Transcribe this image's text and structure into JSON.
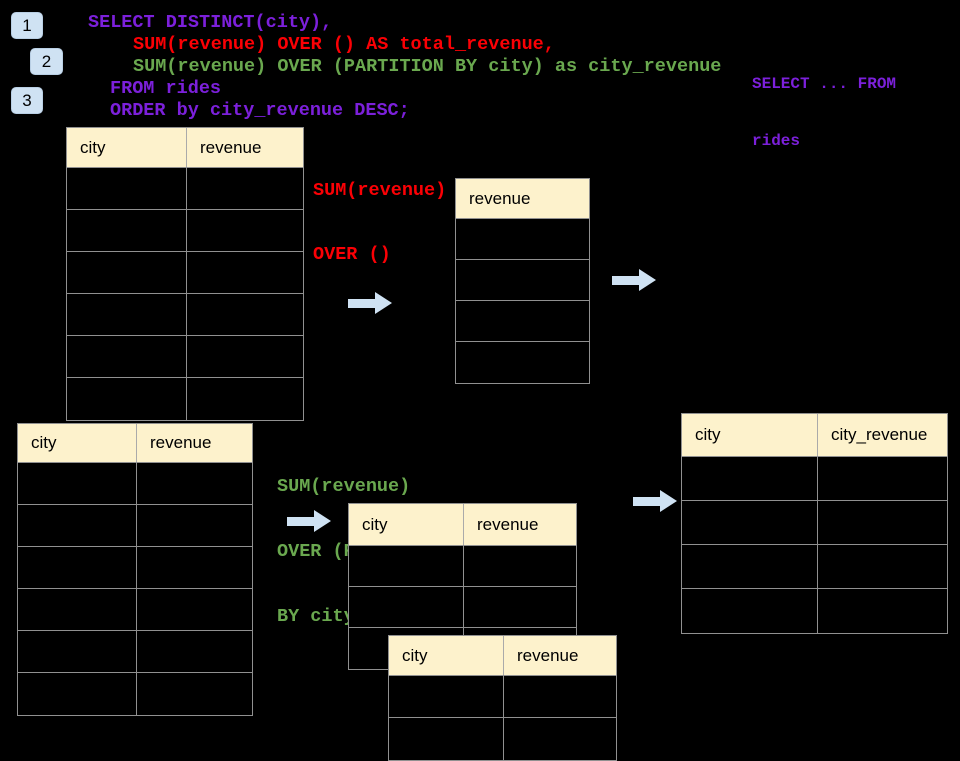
{
  "colors": {
    "background": "#000000",
    "code_purple": "#7c20db",
    "code_red": "#fb0005",
    "code_green": "#6aa84f",
    "table_header_fill": "#fdf2cc",
    "table_border": "#909090",
    "arrow_fill": "#cfe2f3",
    "badge_fill": "#cfe2f3"
  },
  "step_badges": [
    "1",
    "2",
    "3"
  ],
  "code_block": {
    "line1": "SELECT DISTINCT(city),",
    "line2": "SUM(revenue) OVER () AS total_revenue,",
    "line3": "SUM(revenue) OVER (PARTITION BY city) as city_revenue",
    "line4": "FROM rides",
    "line5": "ORDER by city_revenue DESC;"
  },
  "side_code": {
    "line1": "SELECT ... FROM",
    "line2": "rides"
  },
  "annotation_total": {
    "line1": "SUM(revenue)",
    "line2": "OVER ()"
  },
  "annotation_partition": {
    "line1": "SUM(revenue)",
    "line2": "OVER (PARTITION",
    "line3": "BY city)"
  },
  "tables": {
    "source_top": {
      "headers": [
        "city",
        "revenue"
      ],
      "empty_rows": 6
    },
    "revenue_only": {
      "headers": [
        "revenue"
      ],
      "empty_rows": 4
    },
    "partition_front": {
      "headers": [
        "city",
        "revenue"
      ],
      "empty_rows": 3
    },
    "partition_back": {
      "headers": [
        "city",
        "revenue"
      ],
      "empty_rows": 2
    },
    "city_revenue_result": {
      "headers": [
        "city",
        "city_revenue"
      ],
      "empty_rows": 4
    },
    "source_bottom": {
      "headers": [
        "city",
        "revenue"
      ],
      "empty_rows": 6
    }
  }
}
